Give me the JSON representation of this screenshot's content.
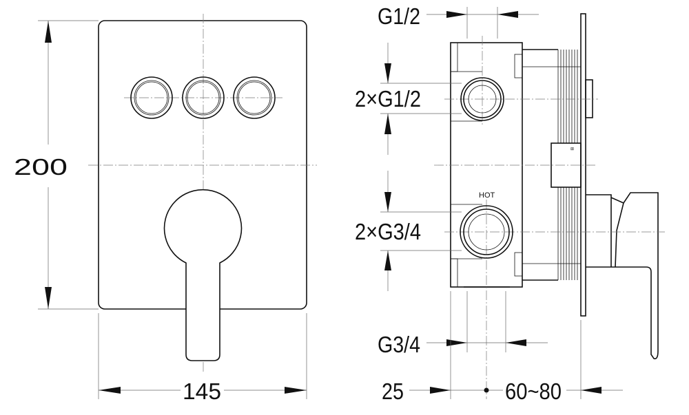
{
  "front_view": {
    "height_dim": "200",
    "width_dim": "145"
  },
  "side_view": {
    "top_outlet_dim": "G1/2",
    "upper_ports_dim": "2×G1/2",
    "lower_ports_dim": "2×G3/4",
    "hot_label": "HOT",
    "bottom_outlet_dim": "G3/4",
    "depth_dim": "25",
    "wall_depth_dim": "60~80"
  }
}
